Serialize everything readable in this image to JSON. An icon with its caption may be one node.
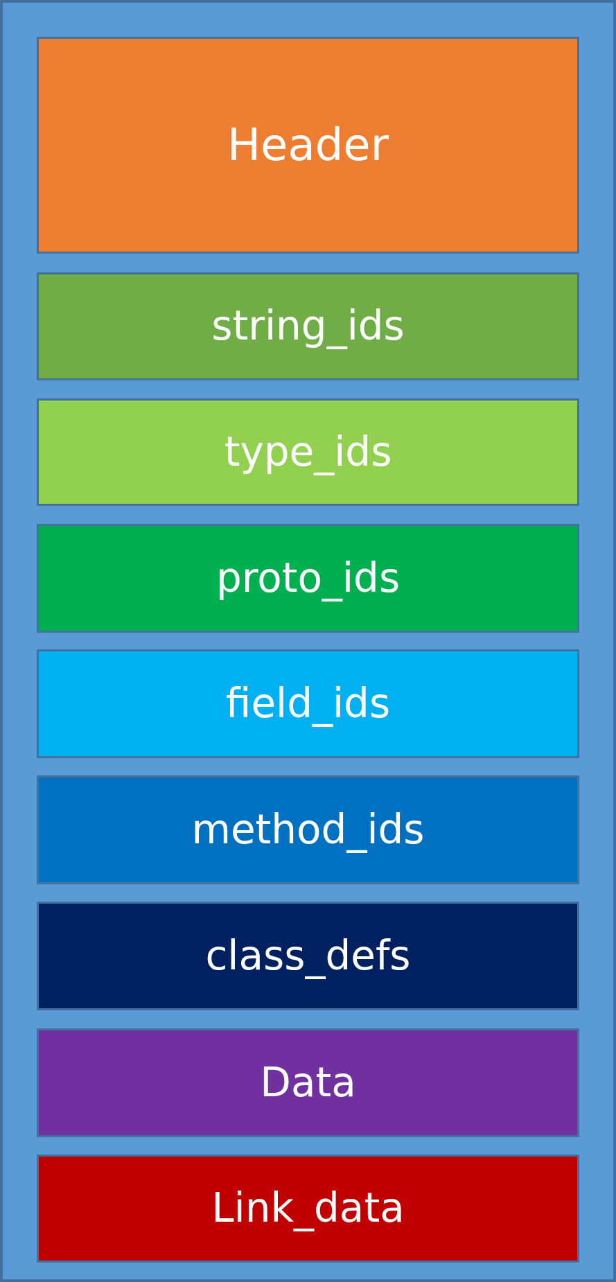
{
  "diagram": {
    "nodes": [
      {
        "text": [],
        "shape": "box"
      },
      {
        "text": [
          "Header"
        ],
        "in": 0
      },
      {
        "text": [
          "string_ids"
        ],
        "in": 0
      },
      {
        "text": [
          "type_ids"
        ],
        "in": 0
      },
      {
        "text": [
          "proto_ids"
        ],
        "in": 0
      },
      {
        "text": [
          "field_ids"
        ],
        "in": 0
      },
      {
        "text": [
          "method_ids"
        ],
        "in": 0
      },
      {
        "text": [
          "class_defs"
        ],
        "in": 0
      },
      {
        "text": [
          "Data"
        ],
        "in": 0
      },
      {
        "text": [
          "Link_data"
        ],
        "in": 0
      }
    ]
  }
}
